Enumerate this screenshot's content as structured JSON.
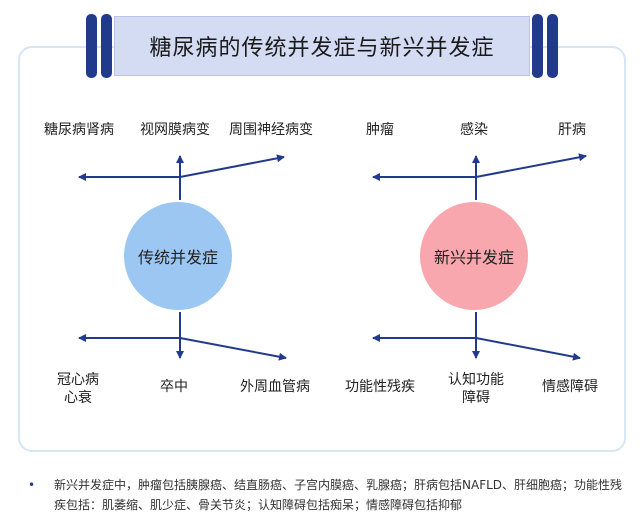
{
  "title": "糖尿病的传统并发症与新兴并发症",
  "traditional": {
    "center": "传统并发症",
    "top": [
      "糖尿病肾病",
      "视网膜病变",
      "周围神经病变"
    ],
    "bottom": [
      "冠心病\n心衰",
      "卒中",
      "外周血管病"
    ]
  },
  "emerging": {
    "center": "新兴并发症",
    "top": [
      "肿瘤",
      "感染",
      "肝病"
    ],
    "bottom": [
      "功能性残疾",
      "认知功能\n障碍",
      "情感障碍"
    ]
  },
  "note": {
    "bullet": "•",
    "text": "新兴并发症中，肿瘤包括胰腺癌、结直肠癌、子宫内膜癌、乳腺癌；肝病包括NAFLD、肝细胞癌；功能性残疾包括：肌萎缩、肌少症、骨关节炎；认知障碍包括痴呆；情感障碍包括抑郁"
  },
  "colors": {
    "accent": "#223a8c",
    "traditional_circle": "#9cc7f3",
    "emerging_circle": "#f7a7ad",
    "title_bg": "#d4dcf3",
    "panel_border": "#d6e6f5"
  }
}
